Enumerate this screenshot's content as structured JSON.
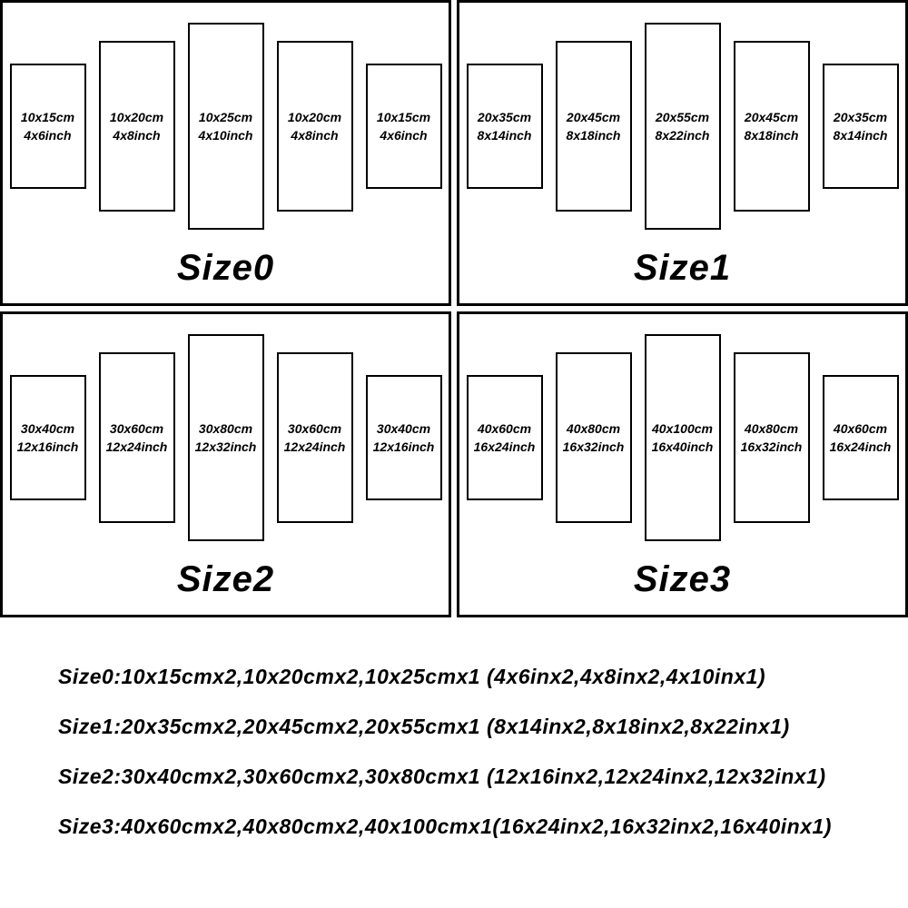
{
  "page": {
    "background": "#ffffff",
    "border_color": "#000000",
    "text_color": "#000000"
  },
  "size_charts": [
    {
      "label": "Size0",
      "panels": [
        {
          "cm": "10x15cm",
          "inch": "4x6inch"
        },
        {
          "cm": "10x20cm",
          "inch": "4x8inch"
        },
        {
          "cm": "10x25cm",
          "inch": "4x10inch"
        },
        {
          "cm": "10x20cm",
          "inch": "4x8inch"
        },
        {
          "cm": "10x15cm",
          "inch": "4x6inch"
        }
      ]
    },
    {
      "label": "Size1",
      "panels": [
        {
          "cm": "20x35cm",
          "inch": "8x14inch"
        },
        {
          "cm": "20x45cm",
          "inch": "8x18inch"
        },
        {
          "cm": "20x55cm",
          "inch": "8x22inch"
        },
        {
          "cm": "20x45cm",
          "inch": "8x18inch"
        },
        {
          "cm": "20x35cm",
          "inch": "8x14inch"
        }
      ]
    },
    {
      "label": "Size2",
      "panels": [
        {
          "cm": "30x40cm",
          "inch": "12x16inch"
        },
        {
          "cm": "30x60cm",
          "inch": "12x24inch"
        },
        {
          "cm": "30x80cm",
          "inch": "12x32inch"
        },
        {
          "cm": "30x60cm",
          "inch": "12x24inch"
        },
        {
          "cm": "30x40cm",
          "inch": "12x16inch"
        }
      ]
    },
    {
      "label": "Size3",
      "panels": [
        {
          "cm": "40x60cm",
          "inch": "16x24inch"
        },
        {
          "cm": "40x80cm",
          "inch": "16x32inch"
        },
        {
          "cm": "40x100cm",
          "inch": "16x40inch"
        },
        {
          "cm": "40x80cm",
          "inch": "16x32inch"
        },
        {
          "cm": "40x60cm",
          "inch": "16x24inch"
        }
      ]
    }
  ],
  "summary": {
    "lines": [
      "Size0:10x15cmx2,10x20cmx2,10x25cmx1 (4x6inx2,4x8inx2,4x10inx1)",
      "Size1:20x35cmx2,20x45cmx2,20x55cmx1 (8x14inx2,8x18inx2,8x22inx1)",
      "Size2:30x40cmx2,30x60cmx2,30x80cmx1 (12x16inx2,12x24inx2,12x32inx1)",
      "Size3:40x60cmx2,40x80cmx2,40x100cmx1(16x24inx2,16x32inx2,16x40inx1)"
    ]
  }
}
